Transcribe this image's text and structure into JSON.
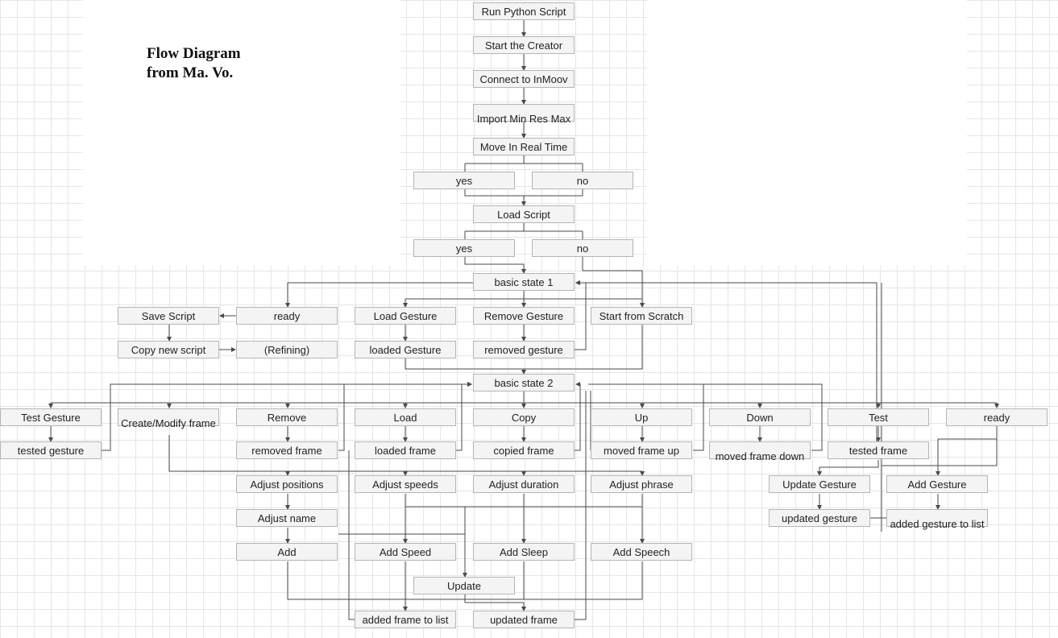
{
  "title": {
    "line1": "Flow Diagram",
    "line2": "from Ma. Vo."
  },
  "colors": {
    "edge": "#4a4a4a",
    "node_fill": "#f4f4f4",
    "node_border": "#b5b5b5"
  },
  "nodes": {
    "run_python_script": "Run Python Script",
    "start_creator": "Start the Creator",
    "connect_inmoov": "Connect to InMoov",
    "import_min_res_max": "Import Min Res Max",
    "move_real_time": "Move In Real Time",
    "yes_1": "yes",
    "no_1": "no",
    "load_script": "Load Script",
    "yes_2": "yes",
    "no_2": "no",
    "basic_state_1": "basic state 1",
    "save_script": "Save Script",
    "ready_1": "ready",
    "load_gesture": "Load Gesture",
    "remove_gesture": "Remove Gesture",
    "start_from_scratch": "Start from Scratch",
    "copy_new_script": "Copy new script",
    "refining": "(Refining)",
    "loaded_gesture": "loaded Gesture",
    "removed_gesture": "removed gesture",
    "basic_state_2": "basic state 2",
    "test_gesture": "Test Gesture",
    "create_modify_frame": "Create/Modify frame",
    "remove": "Remove",
    "load": "Load",
    "copy": "Copy",
    "up": "Up",
    "down": "Down",
    "test": "Test",
    "ready_2": "ready",
    "tested_gesture": "tested gesture",
    "removed_frame": "removed frame",
    "loaded_frame": "loaded frame",
    "copied_frame": "copied frame",
    "moved_frame_up": "moved frame up",
    "moved_frame_down": "moved frame down",
    "tested_frame": "tested frame",
    "adjust_positions": "Adjust positions",
    "adjust_speeds": "Adjust speeds",
    "adjust_duration": "Adjust duration",
    "adjust_phrase": "Adjust phrase",
    "update_gesture": "Update Gesture",
    "add_gesture": "Add Gesture",
    "adjust_name": "Adjust name",
    "updated_gesture": "updated gesture",
    "added_gesture_to_list": "added gesture to list",
    "add": "Add",
    "add_speed": "Add Speed",
    "add_sleep": "Add Sleep",
    "add_speech": "Add Speech",
    "update": "Update",
    "added_frame_to_list": "added frame to list",
    "updated_frame": "updated frame"
  }
}
